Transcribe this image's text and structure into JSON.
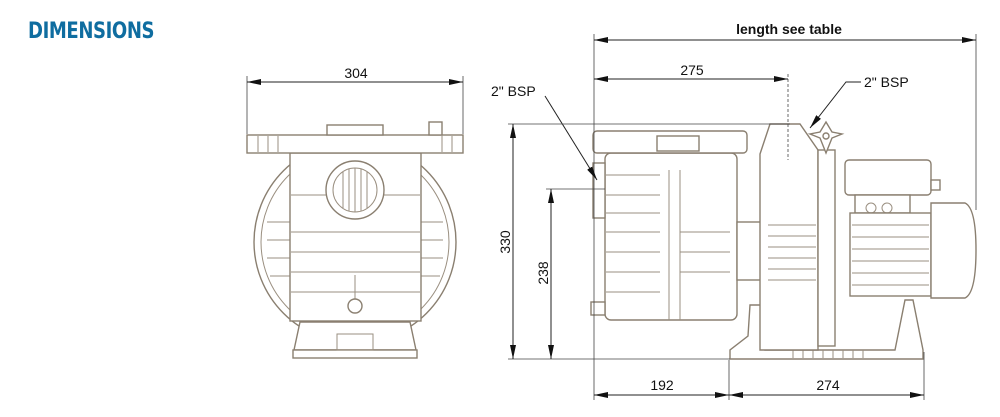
{
  "title": "DIMENSIONS",
  "front_view": {
    "width_label": "304"
  },
  "side_view": {
    "length_label": "length see table",
    "inlet_offset_label": "275",
    "inlet_port_label": "2\" BSP",
    "outlet_port_label": "2\" BSP",
    "height_label": "330",
    "inlet_height_label": "238",
    "front_to_foot_label": "192",
    "foot_length_label": "274"
  },
  "colors": {
    "title": "#0f6da0",
    "drawing_line": "#8a7f70",
    "dimension_line": "#222222"
  }
}
